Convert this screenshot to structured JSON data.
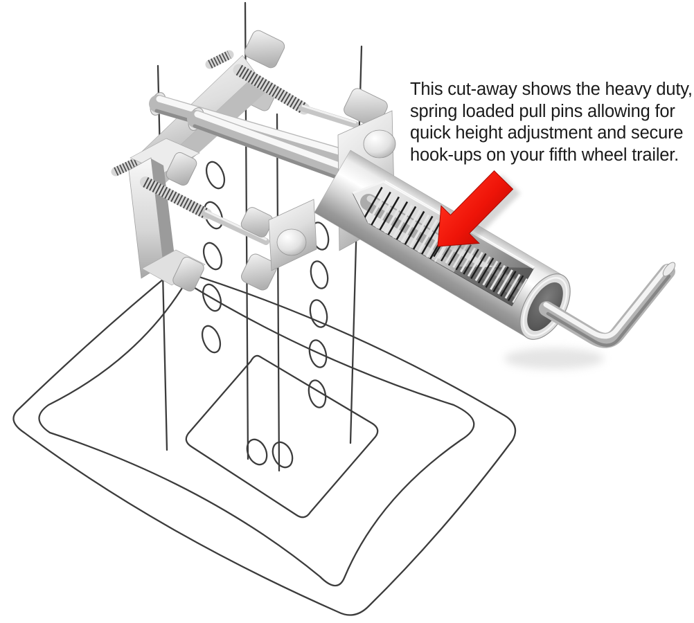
{
  "image": {
    "type": "annotated-product-cutaway-illustration",
    "background_color": "#ffffff",
    "subject": "Fifth wheel trailer jack stand with heavy duty spring loaded pull pin"
  },
  "caption": {
    "lines": [
      "This cut-away shows the heavy duty,",
      "spring loaded pull pins allowing for",
      "quick height adjustment and secure",
      "hook-ups on your fifth wheel trailer."
    ],
    "text_color": "#1a1a1a"
  },
  "annotation": {
    "arrow": {
      "icon": "red-arrow-icon",
      "color": "#ee1408",
      "direction": "down-left",
      "points_at": "coil spring inside the cut-away pull pin"
    }
  },
  "illustration": {
    "parts": [
      {
        "name": "jack-stand-base",
        "style": "wireframe line art",
        "line_color": "#3c3c3c"
      },
      {
        "name": "jack-stand-post",
        "style": "wireframe line art with two columns of adjustment holes"
      },
      {
        "name": "clamp-bracket-assembly",
        "style": "rendered metal, two C-brackets with threaded bolts and smooth rods"
      },
      {
        "name": "pull-pin-cutaway-tube",
        "style": "rendered metal tube cut open showing internal coil spring"
      },
      {
        "name": "pull-pin-l-handle",
        "style": "rendered metal bent L-handle"
      }
    ],
    "metal_palette": {
      "highlight": "#ffffff",
      "light": "#ececec",
      "mid": "#c0c0c0",
      "dark": "#8d8d8d"
    }
  }
}
